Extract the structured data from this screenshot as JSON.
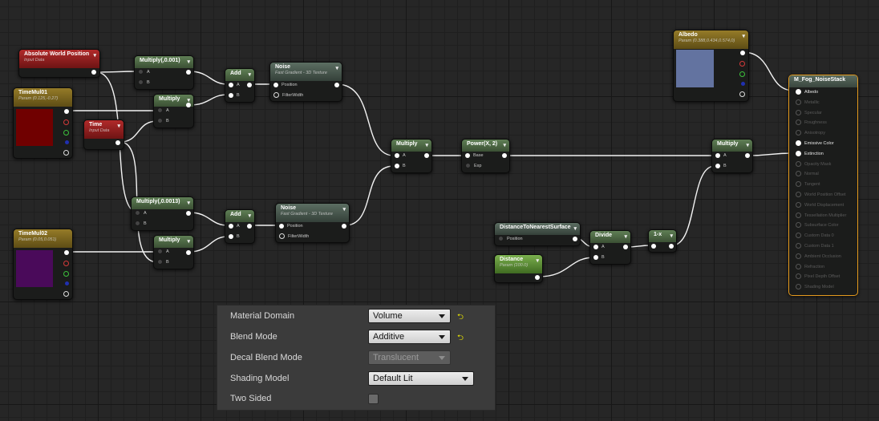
{
  "nodes": {
    "abs_world_pos": {
      "title": "Absolute World Position",
      "subtitle": "Input Data"
    },
    "timemul01": {
      "title": "TimeMul01",
      "subtitle": "Param (0.125,-0.27)",
      "color": "#700000"
    },
    "time": {
      "title": "Time",
      "subtitle": "Input Data"
    },
    "multiply_001": {
      "title": "Multiply(,0.001)",
      "pins": [
        "A",
        "B"
      ]
    },
    "multiply_a": {
      "title": "Multiply",
      "pins": [
        "A",
        "B"
      ]
    },
    "add_1": {
      "title": "Add",
      "pins": [
        "A",
        "B"
      ]
    },
    "noise_1": {
      "title": "Noise",
      "subtitle": "Fast Gradient - 3D Texture",
      "pins": [
        "Position",
        "FilterWidth"
      ]
    },
    "multiply_0013": {
      "title": "Multiply(,0.0013)",
      "pins": [
        "A",
        "B"
      ]
    },
    "multiply_b": {
      "title": "Multiply",
      "pins": [
        "A",
        "B"
      ]
    },
    "add_2": {
      "title": "Add",
      "pins": [
        "A",
        "B"
      ]
    },
    "noise_2": {
      "title": "Noise",
      "subtitle": "Fast Gradient - 3D Texture",
      "pins": [
        "Position",
        "FilterWidth"
      ]
    },
    "timemul02": {
      "title": "TimeMul02",
      "subtitle": "Param (0.05,0.051)",
      "color": "#4a0a5a"
    },
    "multiply_c": {
      "title": "Multiply",
      "pins": [
        "A",
        "B"
      ]
    },
    "power": {
      "title": "Power(X, 2)",
      "pins": [
        "Base",
        "Exp"
      ]
    },
    "multiply_d": {
      "title": "Multiply",
      "pins": [
        "A",
        "B"
      ]
    },
    "dist_nearest": {
      "title": "DistanceToNearestSurface",
      "pins": [
        "Position"
      ]
    },
    "distance_param": {
      "title": "Distance",
      "subtitle": "Param (100.0)"
    },
    "divide": {
      "title": "Divide",
      "pins": [
        "A",
        "B"
      ]
    },
    "one_minus": {
      "title": "1-x"
    },
    "albedo": {
      "title": "Albedo",
      "subtitle": "Param (0.388,0.434,0.574,0)",
      "color": "#6373a0"
    },
    "material": {
      "title": "M_Fog_NoiseStack",
      "pins": [
        {
          "label": "Albedo",
          "active": true
        },
        {
          "label": "Metallic",
          "active": false
        },
        {
          "label": "Specular",
          "active": false
        },
        {
          "label": "Roughness",
          "active": false
        },
        {
          "label": "Anisotropy",
          "active": false
        },
        {
          "label": "Emissive Color",
          "active": true
        },
        {
          "label": "Extinction",
          "active": true
        },
        {
          "label": "Opacity Mask",
          "active": false
        },
        {
          "label": "Normal",
          "active": false
        },
        {
          "label": "Tangent",
          "active": false
        },
        {
          "label": "World Position Offset",
          "active": false
        },
        {
          "label": "World Displacement",
          "active": false
        },
        {
          "label": "Tessellation Multiplier",
          "active": false
        },
        {
          "label": "Subsurface Color",
          "active": false
        },
        {
          "label": "Custom Data 0",
          "active": false
        },
        {
          "label": "Custom Data 1",
          "active": false
        },
        {
          "label": "Ambient Occlusion",
          "active": false
        },
        {
          "label": "Refraction",
          "active": false
        },
        {
          "label": "Pixel Depth Offset",
          "active": false
        },
        {
          "label": "Shading Model",
          "active": false
        }
      ]
    }
  },
  "properties": {
    "material_domain": {
      "label": "Material Domain",
      "value": "Volume"
    },
    "blend_mode": {
      "label": "Blend Mode",
      "value": "Additive"
    },
    "decal_blend_mode": {
      "label": "Decal Blend Mode",
      "value": "Translucent"
    },
    "shading_model": {
      "label": "Shading Model",
      "value": "Default Lit"
    },
    "two_sided": {
      "label": "Two Sided",
      "checked": false
    }
  },
  "icons": {
    "reset": "reset-to-default-icon",
    "dropdown": "dropdown-arrow-icon"
  }
}
